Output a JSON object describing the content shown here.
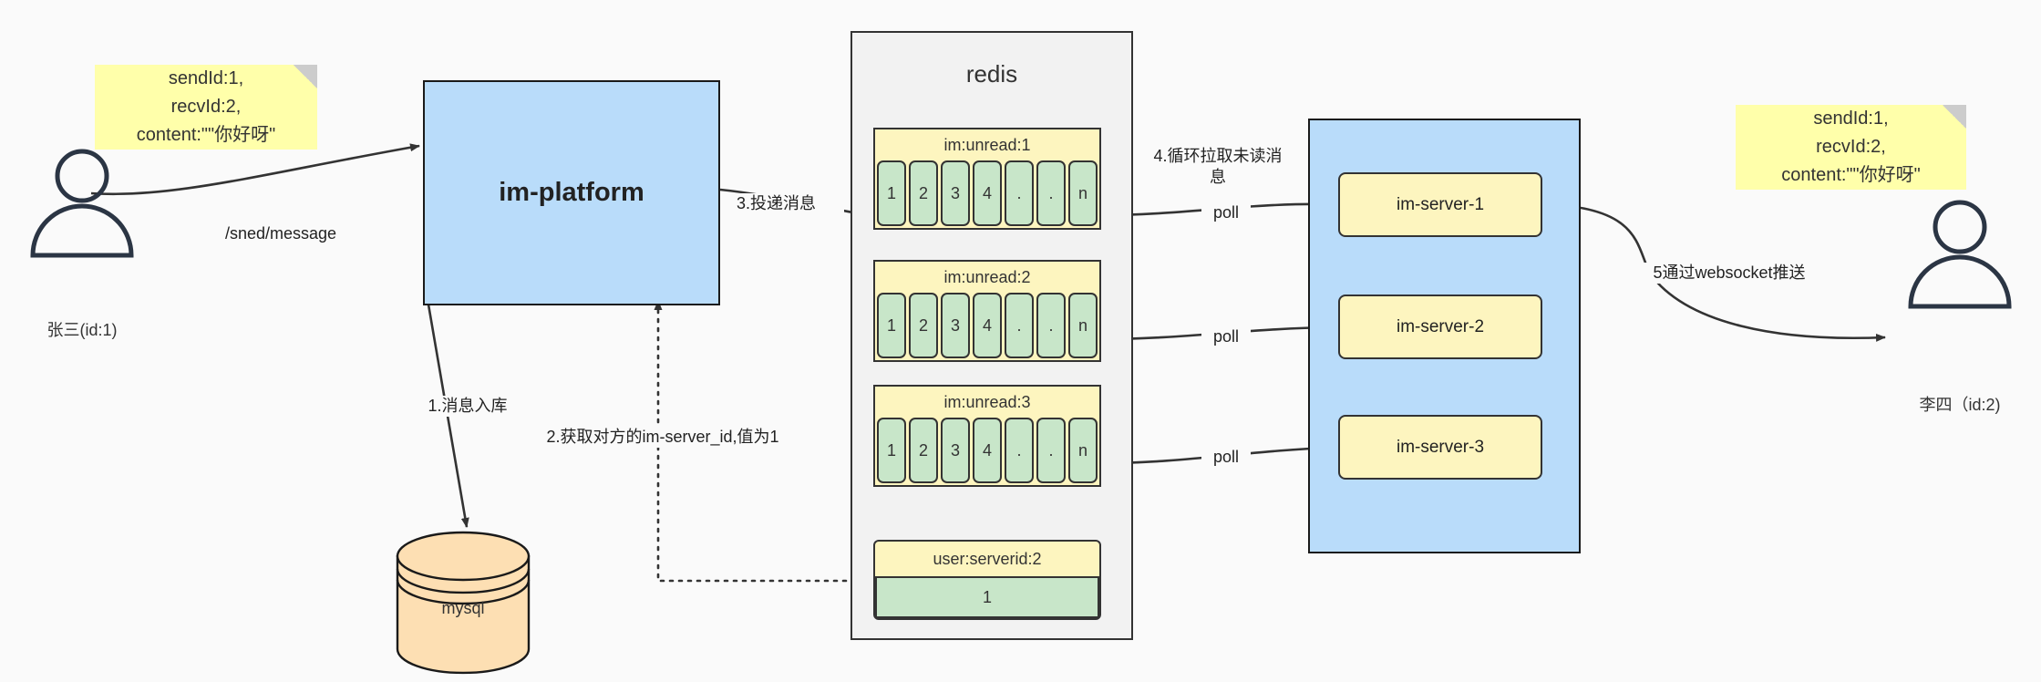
{
  "notes": {
    "left": {
      "text": "sendId:1,\nrecvId:2,\ncontent:\"\"你好呀\""
    },
    "right": {
      "text": "sendId:1,\nrecvId:2,\ncontent:\"\"你好呀\""
    }
  },
  "actors": {
    "sender": {
      "caption": "张三(id:1)"
    },
    "receiver": {
      "caption": "李四（id:2)"
    }
  },
  "platform": {
    "label": "im-platform"
  },
  "database": {
    "label": "mysql"
  },
  "redis": {
    "title": "redis",
    "queues": [
      {
        "key": "im:unread:1",
        "cells": [
          "1",
          "2",
          "3",
          "4",
          ".",
          ".",
          "n"
        ]
      },
      {
        "key": "im:unread:2",
        "cells": [
          "1",
          "2",
          "3",
          "4",
          ".",
          ".",
          "n"
        ]
      },
      {
        "key": "im:unread:3",
        "cells": [
          "1",
          "2",
          "3",
          "4",
          ".",
          ".",
          "n"
        ]
      }
    ],
    "kv": {
      "key": "user:serverid:2",
      "value": "1"
    }
  },
  "servers": {
    "nodes": [
      {
        "label": "im-server-1"
      },
      {
        "label": "im-server-2"
      },
      {
        "label": "im-server-3"
      }
    ]
  },
  "edges": {
    "send_message": "/sned/message",
    "step1": "1.消息入库",
    "step2": "2.获取对方的im-server_id,值为1",
    "step3": "3.投递消息",
    "step4": "4.循环拉取未读消\n息",
    "poll1": "poll",
    "poll2": "poll",
    "poll3": "poll",
    "step5": "5通过websocket推送"
  },
  "colors": {
    "note_yellow": "#ffffaa",
    "box_blue": "#b9dcfa",
    "node_yellow": "#fdf5bf",
    "cell_green": "#c8e6c9",
    "db_orange": "#fddfb3",
    "stroke": "#333333",
    "canvas": "#fafafa"
  }
}
